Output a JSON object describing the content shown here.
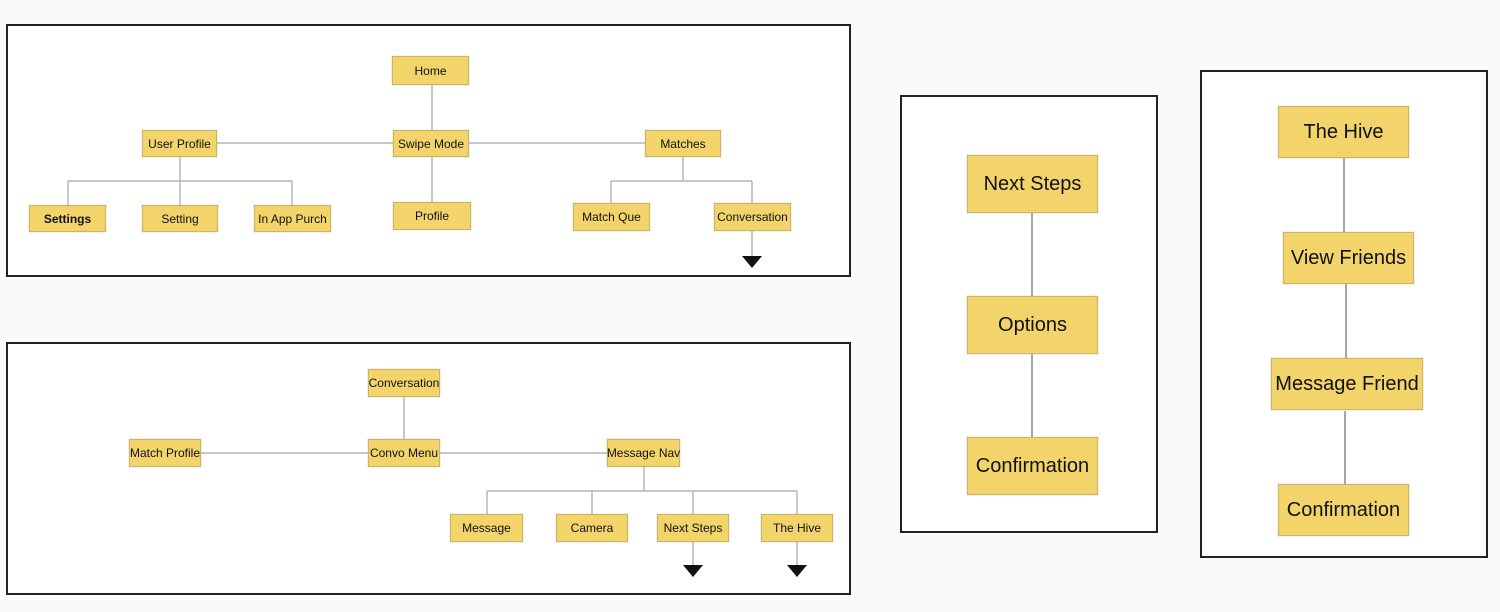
{
  "main_nav": {
    "home": "Home",
    "swipe_mode": "Swipe Mode",
    "user_profile": "User Profile",
    "matches": "Matches",
    "settings_bold": "Settings",
    "setting": "Setting",
    "in_app_purch": "In App Purch",
    "profile": "Profile",
    "match_que": "Match Que",
    "conversation": "Conversation"
  },
  "conversation_nav": {
    "conversation": "Conversation",
    "match_profile": "Match Profile",
    "convo_menu": "Convo Menu",
    "message_nav": "Message Nav",
    "message": "Message",
    "camera": "Camera",
    "next_steps": "Next Steps",
    "the_hive": "The Hive"
  },
  "next_steps_flow": {
    "next_steps": "Next Steps",
    "options": "Options",
    "confirmation": "Confirmation"
  },
  "hive_flow": {
    "the_hive": "The Hive",
    "view_friends": "View Friends",
    "message_friend": "Message Friend",
    "confirmation": "Confirmation"
  }
}
